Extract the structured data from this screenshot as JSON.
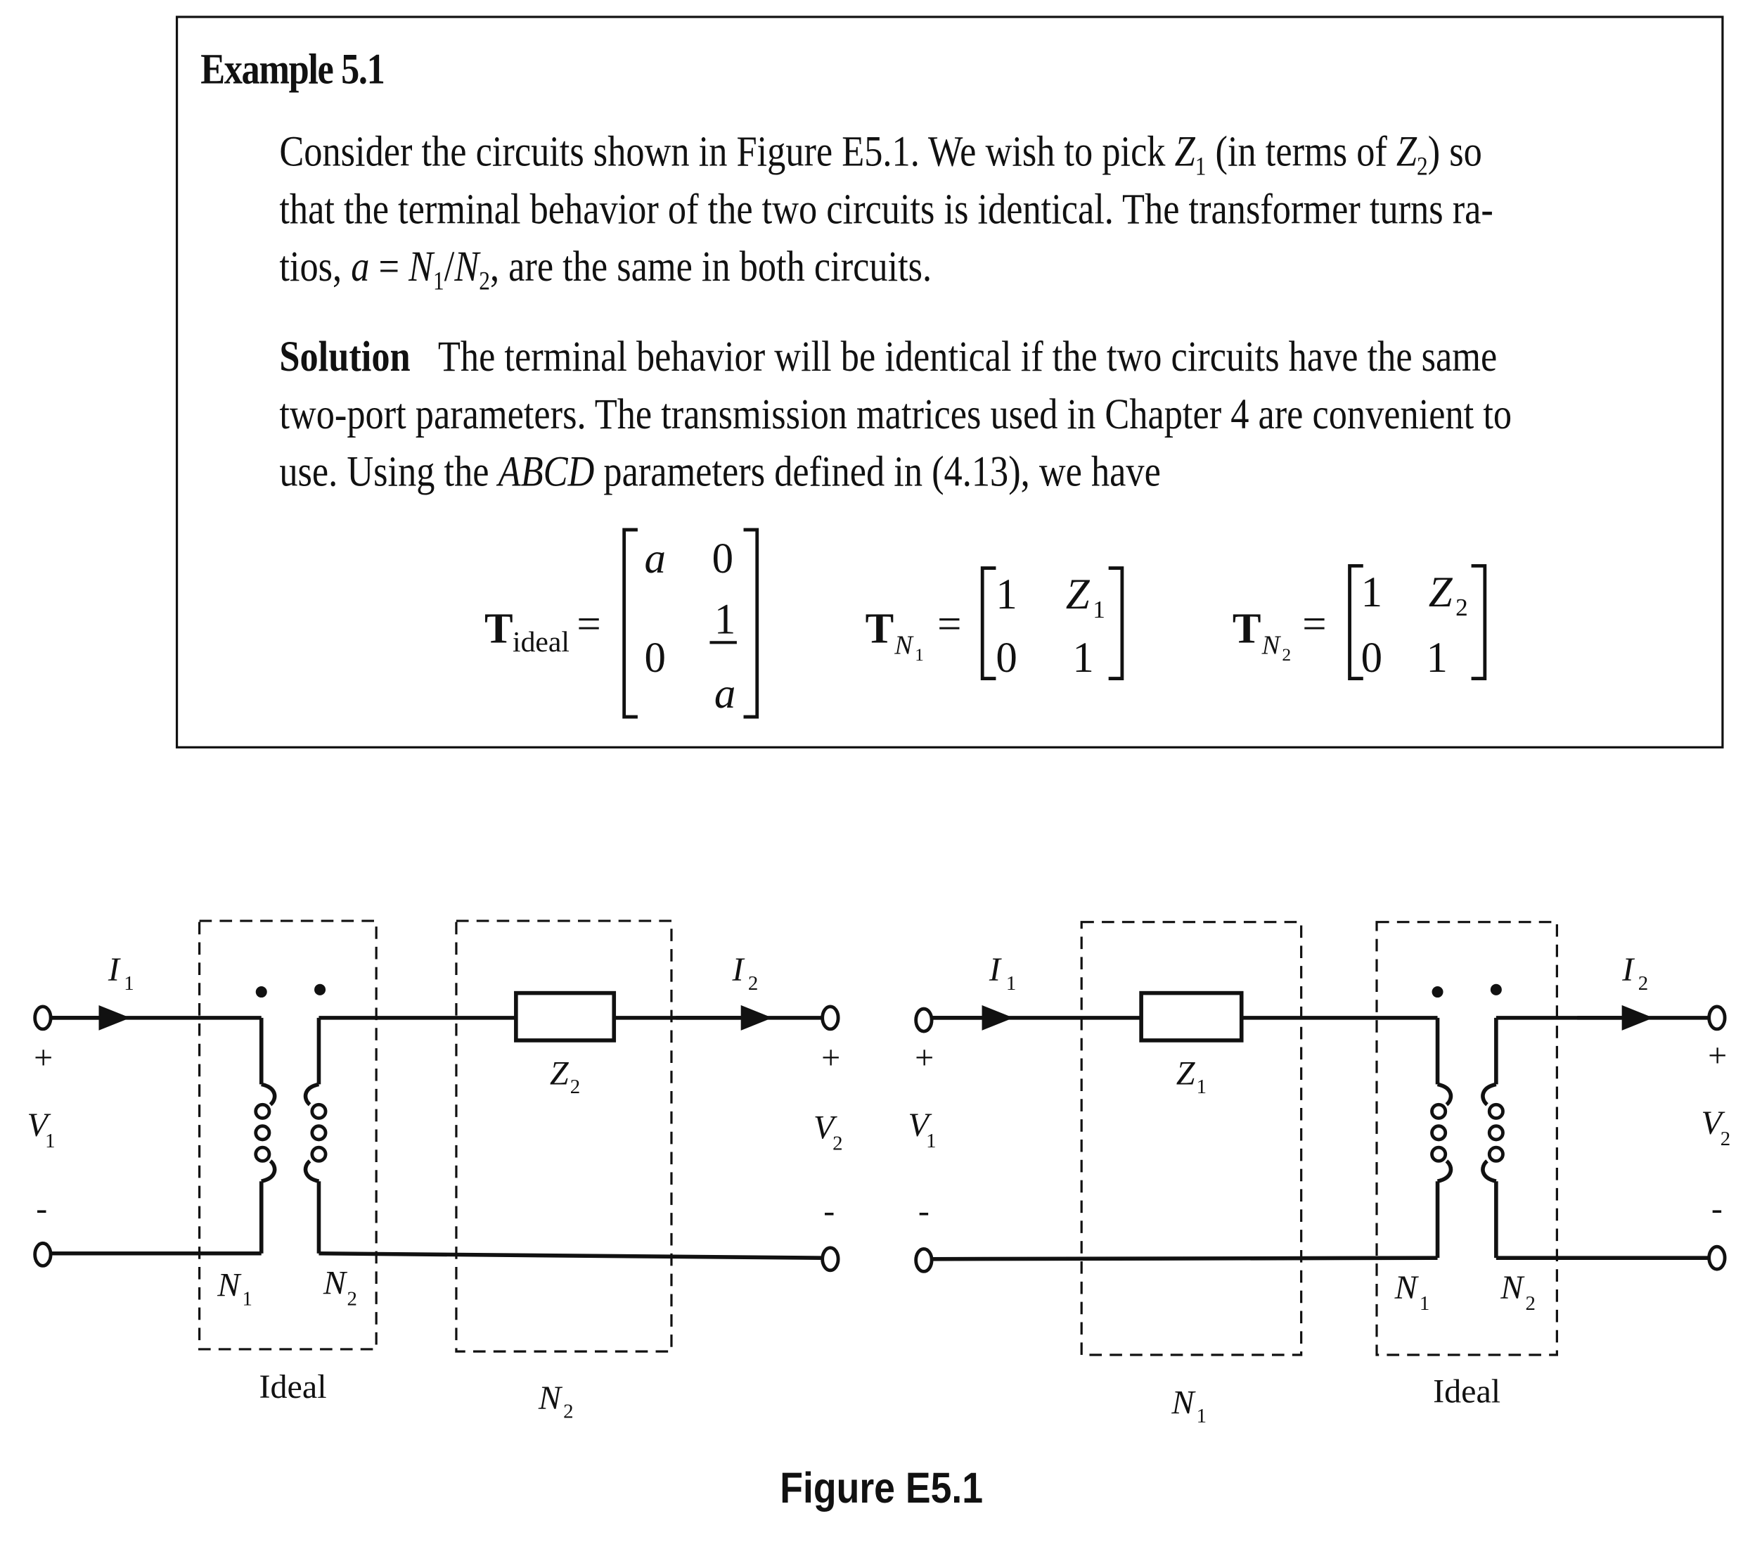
{
  "example": {
    "title": "Example 5.1",
    "problem_lines": [
      [
        "Consider the circuits shown in Figure E5.1.  We wish to pick ",
        "Z",
        "1",
        " (in terms of ",
        "Z",
        "2",
        ") so"
      ],
      "that the terminal behavior of the two circuits is identical.  The transformer turns ra-",
      [
        "tios, ",
        "a",
        " = ",
        "N",
        "1",
        "/",
        "N",
        "2",
        ", are the same in both circuits."
      ]
    ],
    "solution_label": "Solution",
    "solution_lines": [
      "The terminal behavior will be identical if the two circuits have the same",
      "two-port parameters.  The transmission matrices used in Chapter 4 are convenient to",
      [
        "use.  Using the ",
        "ABCD",
        " parameters defined in (4.13), we have"
      ]
    ]
  },
  "equations": {
    "t_ideal": {
      "symbol": "T",
      "subscript": "ideal",
      "equals": "=",
      "matrix": [
        [
          "a",
          "0"
        ],
        [
          "0",
          "1/a"
        ]
      ],
      "entries": {
        "r1c1": "a",
        "r1c2": "0",
        "r2c1": "0",
        "r2c2_num": "1",
        "r2c2_den": "a"
      }
    },
    "t_n1": {
      "symbol": "T",
      "subscript": "N",
      "subscript_index": "1",
      "equals": "=",
      "entries": {
        "r1c1": "1",
        "r1c2": "Z",
        "r1c2_sub": "1",
        "r2c1": "0",
        "r2c2": "1"
      }
    },
    "t_n2": {
      "symbol": "T",
      "subscript": "N",
      "subscript_index": "2",
      "equals": "=",
      "entries": {
        "r1c1": "1",
        "r1c2": "Z",
        "r1c2_sub": "2",
        "r2c1": "0",
        "r2c2": "1"
      }
    }
  },
  "figure": {
    "caption": "Figure E5.1",
    "left_circuit": {
      "input_current": {
        "label": "I",
        "sub": "1"
      },
      "output_current": {
        "label": "I",
        "sub": "2"
      },
      "input_voltage": {
        "label": "V",
        "sub": "1",
        "plus": "+",
        "minus": "-"
      },
      "output_voltage": {
        "label": "V",
        "sub": "2",
        "plus": "+",
        "minus": "-"
      },
      "winding_primary": {
        "label": "N",
        "sub": "1"
      },
      "winding_secondary": {
        "label": "N",
        "sub": "2"
      },
      "impedance": {
        "label": "Z",
        "sub": "2"
      },
      "block_1_label": "Ideal",
      "block_2_label": {
        "label": "N",
        "sub": "2"
      }
    },
    "right_circuit": {
      "input_current": {
        "label": "I",
        "sub": "1"
      },
      "output_current": {
        "label": "I",
        "sub": "2"
      },
      "input_voltage": {
        "label": "V",
        "sub": "1",
        "plus": "+",
        "minus": "-"
      },
      "output_voltage": {
        "label": "V",
        "sub": "2",
        "plus": "+",
        "minus": "-"
      },
      "winding_primary": {
        "label": "N",
        "sub": "1"
      },
      "winding_secondary": {
        "label": "N",
        "sub": "2"
      },
      "impedance": {
        "label": "Z",
        "sub": "1"
      },
      "block_1_label": {
        "label": "N",
        "sub": "1"
      },
      "block_2_label": "Ideal"
    }
  }
}
